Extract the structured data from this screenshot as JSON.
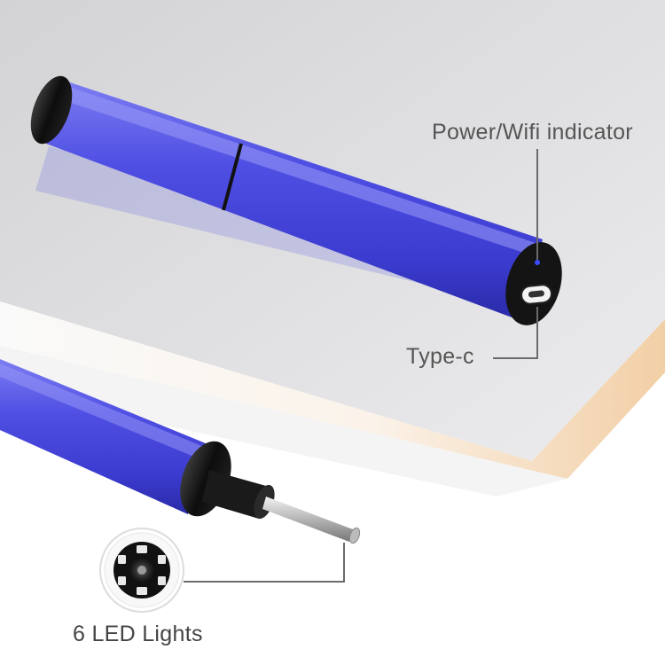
{
  "callouts": {
    "power_indicator": "Power/Wifi indicator",
    "type_c": "Type-c",
    "led_lights": "6 LED Lights"
  },
  "colors": {
    "device_body": "#4a4ae0",
    "device_cap": "#151515",
    "platform_top": "#d9d9dc",
    "platform_edge_glow": "#f6dcbf",
    "leader_line": "#6b6b6b",
    "indicator_led": "#3a4bff"
  },
  "icons": [
    "led-ring-icon"
  ]
}
